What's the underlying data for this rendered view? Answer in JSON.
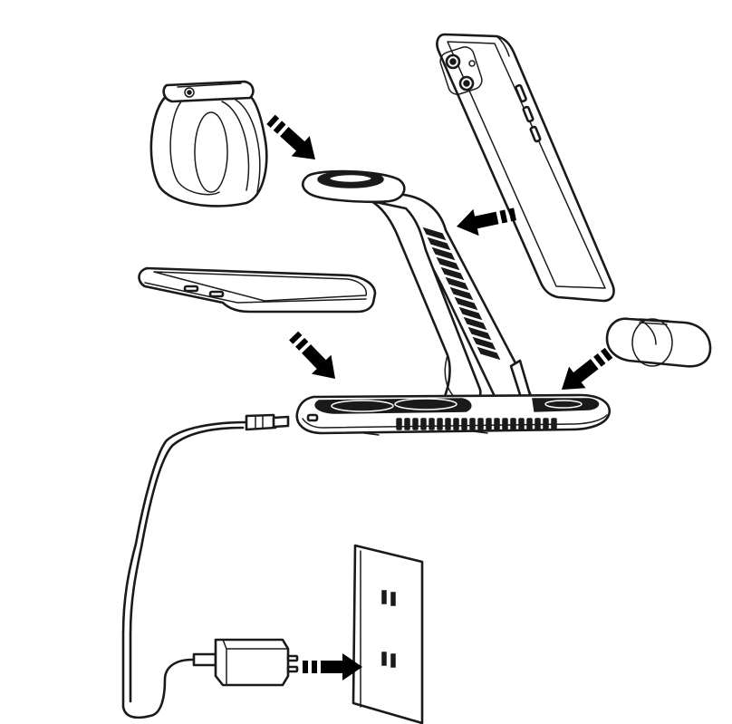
{
  "diagram": {
    "style": "black line-art assembly illustration on white background",
    "colors": {
      "line": "#1a1a1a",
      "background": "#ffffff",
      "fill_dark": "#1a1a1a"
    },
    "components": [
      {
        "id": "smartwatch",
        "icon": "watch-icon"
      },
      {
        "id": "smartphone-vertical",
        "icon": "phone-icon"
      },
      {
        "id": "smartphone-flat",
        "icon": "phone-icon"
      },
      {
        "id": "earbuds-case",
        "icon": "earbuds-case-icon"
      },
      {
        "id": "charging-stand",
        "icon": "charging-stand-icon"
      },
      {
        "id": "charging-base",
        "icon": "charging-pad-icon"
      },
      {
        "id": "usb-c-cable",
        "icon": "cable-icon"
      },
      {
        "id": "power-adapter",
        "icon": "power-adapter-icon"
      },
      {
        "id": "wall-outlet",
        "icon": "outlet-icon"
      }
    ],
    "arrows": [
      {
        "id": "watch-to-stand-top",
        "icon": "arrow-icon"
      },
      {
        "id": "phone-to-stand",
        "icon": "arrow-icon"
      },
      {
        "id": "flat-phone-to-base",
        "icon": "arrow-icon"
      },
      {
        "id": "earbuds-to-base",
        "icon": "arrow-icon"
      },
      {
        "id": "adapter-to-outlet",
        "icon": "arrow-icon"
      }
    ]
  }
}
